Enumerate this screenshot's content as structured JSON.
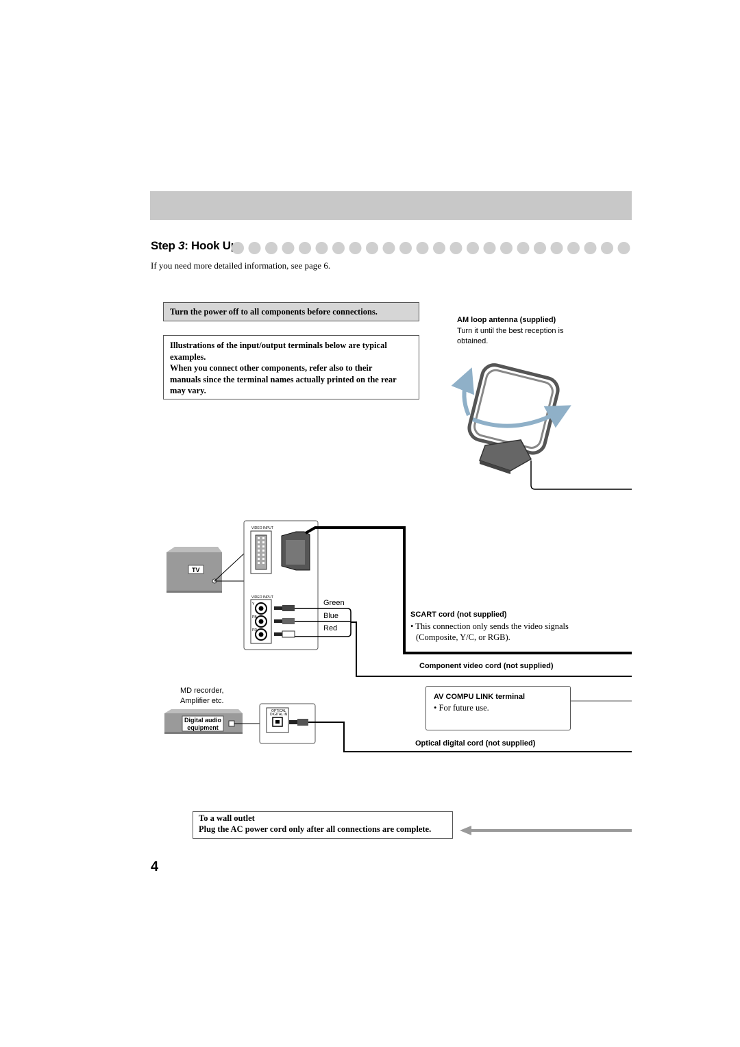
{
  "section": {
    "step_prefix": "Step",
    "step_number": "3",
    "step_title": ": Hook Up",
    "intro": "If you need more detailed information, see page 6."
  },
  "notes": {
    "power_off": "Turn the power off to all components before connections.",
    "illustration_lines": [
      "Illustrations of the input/output terminals below are typical",
      "examples.",
      "When you connect other components, refer also to their",
      "manuals since the terminal names actually printed on the rear",
      "may vary."
    ]
  },
  "antenna": {
    "title": "AM loop antenna (supplied)",
    "description": "Turn it until the best reception is obtained."
  },
  "tv": {
    "label": "TV",
    "panel_labels": [
      "VIDEO INPUT",
      "VIDEO INPUT",
      "Y",
      "PB",
      "PR"
    ]
  },
  "cable_colors": [
    "Green",
    "Blue",
    "Red"
  ],
  "scart": {
    "title": "SCART cord (not supplied)",
    "desc_line1": "• This connection only sends the video signals",
    "desc_line2": "(Composite, Y/C, or RGB)."
  },
  "component_cord": "Component video cord (not supplied)",
  "digital_equipment": {
    "caption_line1": "MD recorder,",
    "caption_line2": "Amplifier etc.",
    "label_line1": "Digital audio",
    "label_line2": "equipment",
    "panel_label_line1": "OPTICAL",
    "panel_label_line2": "DIGITAL IN"
  },
  "compu_link": {
    "title": "AV COMPU LINK terminal",
    "desc": "• For future use."
  },
  "optical_cord": "Optical digital cord (not supplied)",
  "wall": {
    "line1": "To a wall outlet",
    "line2": "Plug the AC power cord only after all connections are complete."
  },
  "page_number": "4",
  "colors": {
    "header_band": "#c8c8c8",
    "note_fill": "#d6d6d6",
    "device_gray": "#9a9a9a",
    "dot_gray": "#cfcfcf",
    "arrow_blue": "#8fb0c8",
    "cable": "#000000"
  }
}
